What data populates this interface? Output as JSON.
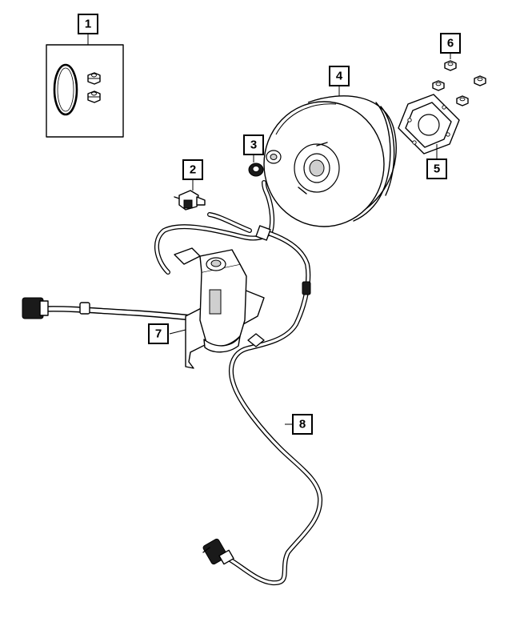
{
  "callouts": [
    {
      "id": "1",
      "label": "1"
    },
    {
      "id": "2",
      "label": "2"
    },
    {
      "id": "3",
      "label": "3"
    },
    {
      "id": "4",
      "label": "4"
    },
    {
      "id": "5",
      "label": "5"
    },
    {
      "id": "6",
      "label": "6"
    },
    {
      "id": "7",
      "label": "7"
    },
    {
      "id": "8",
      "label": "8"
    }
  ],
  "parts": [
    {
      "callout": "1",
      "icon": "seal-ring-and-nuts-kit-icon"
    },
    {
      "callout": "2",
      "icon": "vacuum-sensor-icon"
    },
    {
      "callout": "3",
      "icon": "grommet-icon"
    },
    {
      "callout": "4",
      "icon": "brake-booster-icon"
    },
    {
      "callout": "5",
      "icon": "booster-gasket-icon"
    },
    {
      "callout": "6",
      "icon": "hex-nut-icon"
    },
    {
      "callout": "7",
      "icon": "vacuum-pump-icon"
    },
    {
      "callout": "8",
      "icon": "vacuum-hose-icon"
    }
  ],
  "colors": {
    "line": "#000000",
    "background": "#ffffff"
  }
}
